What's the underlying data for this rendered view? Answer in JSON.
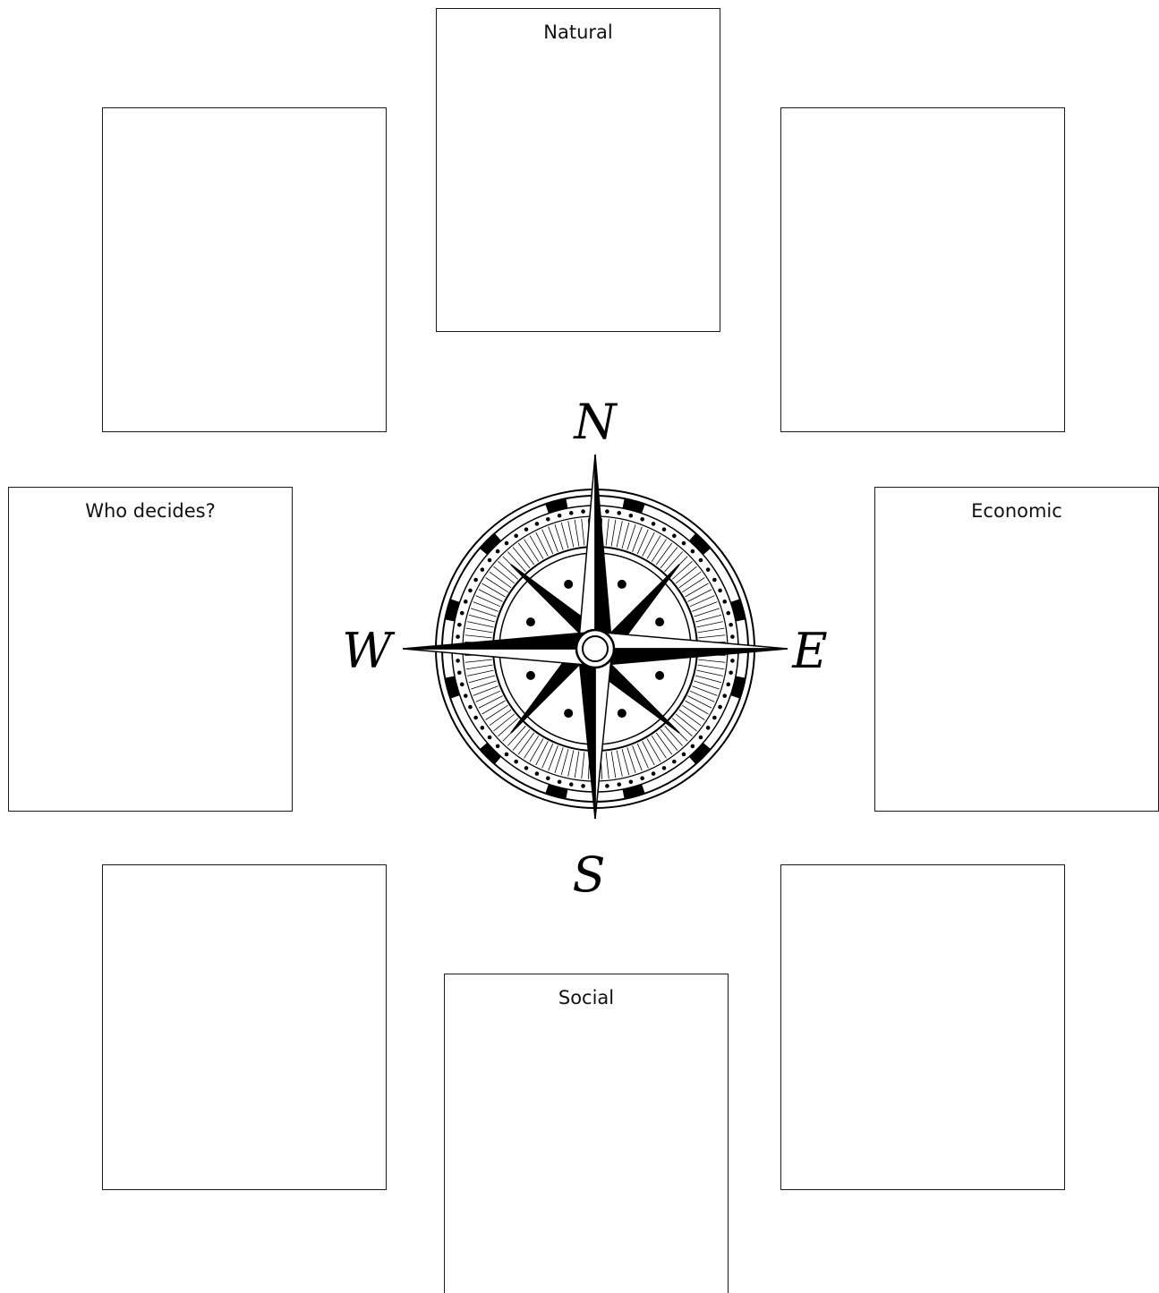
{
  "boxes": {
    "natural": "Natural",
    "who_decides": "Who decides?",
    "economic": "Economic",
    "social": "Social",
    "northwest": "",
    "northeast": "",
    "southwest": "",
    "southeast": ""
  },
  "compass": {
    "north": "N",
    "east": "E",
    "south": "S",
    "west": "W",
    "icon": "compass-rose-icon"
  }
}
